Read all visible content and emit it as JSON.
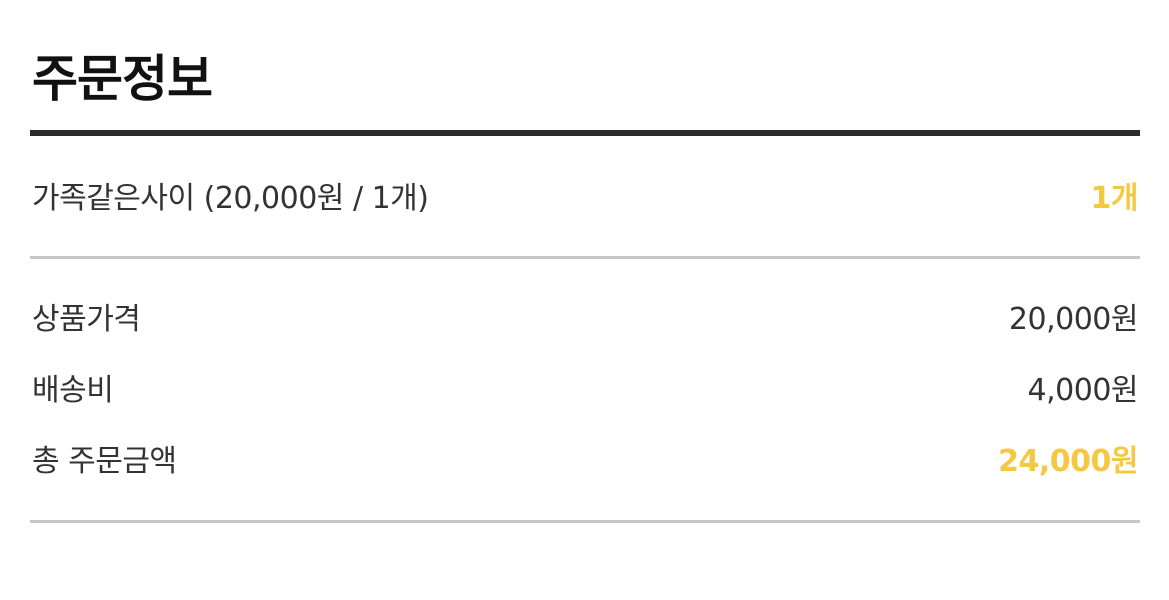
{
  "title": "주문정보",
  "product": {
    "name": "가족같은사이 (20,000원 / 1개)",
    "quantity": "1개"
  },
  "summary": {
    "price_label": "상품가격",
    "price_value": "20,000원",
    "shipping_label": "배송비",
    "shipping_value": "4,000원",
    "total_label": "총 주문금액",
    "total_value": "24,000원"
  },
  "colors": {
    "accent": "#f5c842",
    "text": "#333333",
    "title": "#111111",
    "heavy_divider": "#2b2b2e",
    "light_divider": "#c7c7c7"
  }
}
